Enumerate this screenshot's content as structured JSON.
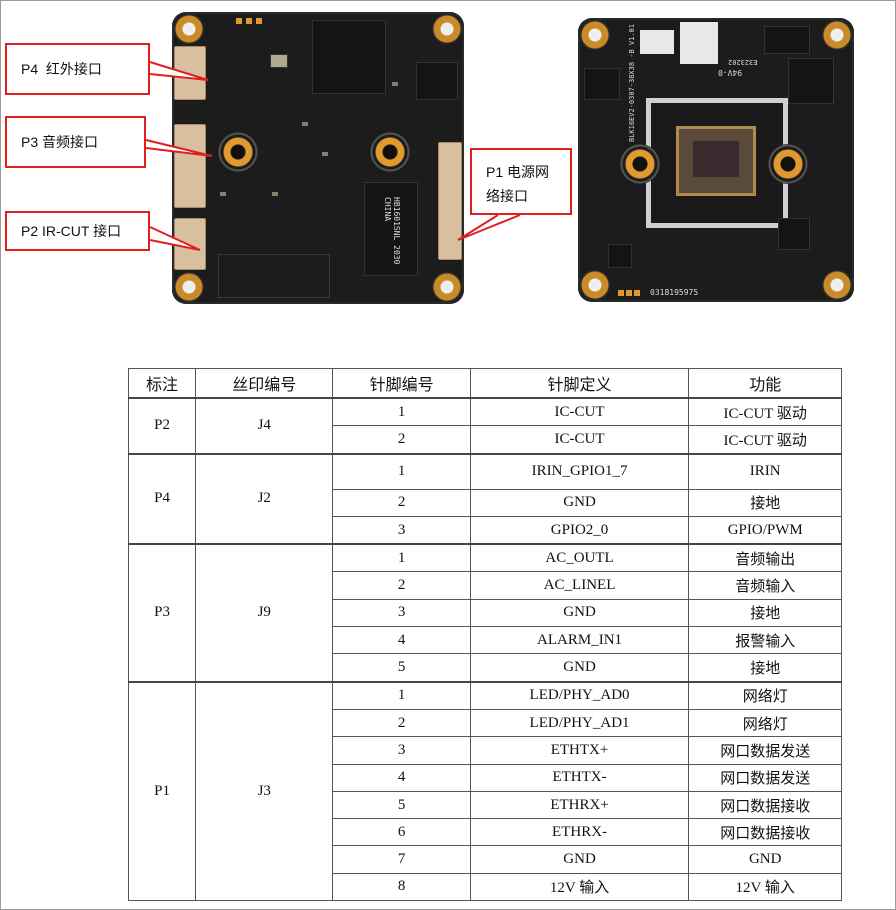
{
  "callouts": {
    "p4": "P4  红外接口",
    "p3": "P3 音频接口",
    "p2": "P2 IR-CUT 接口",
    "p1_line1": "P1 电源网",
    "p1_line2": "络接口"
  },
  "pcb_left": {
    "chip_marking": "HB1601SNL 2030 CHINA"
  },
  "pcb_right": {
    "board_marking": "BLK16EV2-0307-38X38 -B V1.01",
    "serial": "0318195975",
    "cert": "E323202",
    "rating": "94V-0"
  },
  "colors": {
    "callout_border": "#e02020",
    "pcb": "#1c1c1c",
    "pad_gold": "#e09a30"
  },
  "table": {
    "headers": [
      "标注",
      "丝印编号",
      "针脚编号",
      "针脚定义",
      "功能"
    ],
    "groups": [
      {
        "mark": "P2",
        "silk": "J4",
        "pins": [
          {
            "no": "1",
            "def": "IC-CUT",
            "func": "IC-CUT 驱动"
          },
          {
            "no": "2",
            "def": "IC-CUT",
            "func": "IC-CUT 驱动"
          }
        ]
      },
      {
        "mark": "P4",
        "silk": "J2",
        "pins": [
          {
            "no": "1",
            "def": "IRIN_GPIO1_7",
            "func": "IRIN"
          },
          {
            "no": "2",
            "def": "GND",
            "func": "接地"
          },
          {
            "no": "3",
            "def": "GPIO2_0",
            "func": "GPIO/PWM"
          }
        ]
      },
      {
        "mark": "P3",
        "silk": "J9",
        "pins": [
          {
            "no": "1",
            "def": "AC_OUTL",
            "func": "音频输出"
          },
          {
            "no": "2",
            "def": "AC_LINEL",
            "func": "音频输入"
          },
          {
            "no": "3",
            "def": "GND",
            "func": "接地"
          },
          {
            "no": "4",
            "def": "ALARM_IN1",
            "func": "报警输入"
          },
          {
            "no": "5",
            "def": "GND",
            "func": "接地"
          }
        ]
      },
      {
        "mark": "P1",
        "silk": "J3",
        "pins": [
          {
            "no": "1",
            "def": "LED/PHY_AD0",
            "func": "网络灯"
          },
          {
            "no": "2",
            "def": "LED/PHY_AD1",
            "func": "网络灯"
          },
          {
            "no": "3",
            "def": "ETHTX+",
            "func": "网口数据发送"
          },
          {
            "no": "4",
            "def": "ETHTX-",
            "func": "网口数据发送"
          },
          {
            "no": "5",
            "def": "ETHRX+",
            "func": "网口数据接收"
          },
          {
            "no": "6",
            "def": "ETHRX-",
            "func": "网口数据接收"
          },
          {
            "no": "7",
            "def": "GND",
            "func": "GND"
          },
          {
            "no": "8",
            "def": "12V 输入",
            "func": "12V 输入"
          }
        ]
      }
    ]
  }
}
